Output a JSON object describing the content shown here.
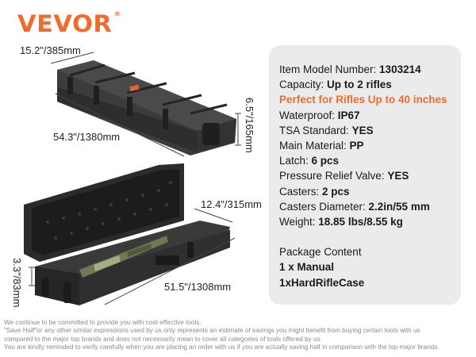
{
  "brand": {
    "logo_text": "VEVOR",
    "registered_mark": "®",
    "accent_color": "#f26b2c"
  },
  "images": {
    "closed_case": {
      "icon": "closed-rifle-case",
      "dimensions": {
        "width": "15.2\"/385mm",
        "length": "54.3\"/1380mm",
        "height": "6.5\"/165mm"
      }
    },
    "open_case": {
      "icon": "open-rifle-case-with-rifle",
      "dimensions": {
        "width": "12.4\"/315mm",
        "length": "51.5\"/1308mm",
        "height": "3.3\"/83mm"
      }
    }
  },
  "specs": {
    "background_color": "#ebebeb",
    "items": [
      {
        "label": "Item Model Number: ",
        "value": "1303214"
      },
      {
        "label": "Capacity: ",
        "value": "Up to 2 rifles"
      },
      {
        "highlight": "Perfect for Rifles Up to 40 inches"
      },
      {
        "label": "Waterproof: ",
        "value": "IP67"
      },
      {
        "label": "TSA Standard: ",
        "value": "YES"
      },
      {
        "label": "Main Material: ",
        "value": "PP"
      },
      {
        "label": "Latch: ",
        "value": "6 pcs"
      },
      {
        "label": "Pressure Relief Valve: ",
        "value": "YES"
      },
      {
        "label": "Casters: ",
        "value": "2 pcs"
      },
      {
        "label": "Casters Diameter: ",
        "value": "2.2in/55 mm"
      },
      {
        "label": "Weight: ",
        "value": "18.85 lbs/8.55 kg"
      }
    ],
    "package": {
      "heading": "Package Content",
      "items": [
        "1 x Manual",
        "1xHardRifleCase"
      ]
    }
  },
  "footer": {
    "lines": [
      "We continue to be committed to provide you with cost-effective tools.",
      "\"Save Half\"or any other similar expressions used by us only represents an estimate of savings you might benefit from buying certain tools with us",
      "compared to the major top brands and does not necessarily mean to cover all categories of tools offered by us.",
      "You are kindly reminded to verify carefully when you are placing an order with us if you are actually saving half in comparison with the top major brands."
    ]
  }
}
